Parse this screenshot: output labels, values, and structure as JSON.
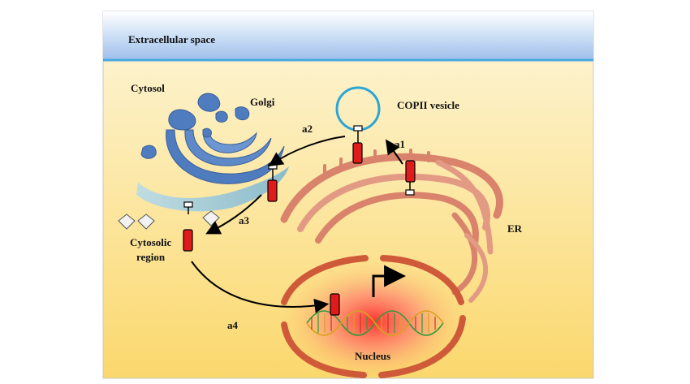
{
  "regions": {
    "extracellular": "Extracellular space",
    "cytosol": "Cytosol",
    "cytosolic_region_line1": "Cytosolic",
    "cytosolic_region_line2": "region"
  },
  "organelles": {
    "golgi": "Golgi",
    "copii_vesicle": "COPII vesicle",
    "er": "ER",
    "nucleus": "Nucleus"
  },
  "steps": {
    "a1": "a1",
    "a2": "a2",
    "a3": "a3",
    "a4": "a4"
  },
  "colors": {
    "extracellular_band": "#a9c6ee",
    "membrane_line": "#4aa9e0",
    "cytosol_top": "#fdf6d9",
    "cytosol_bottom": "#fad66a",
    "golgi": "#4e7cbf",
    "er": "#d9826c",
    "nucleus_envelope": "#cf5a3a",
    "protein": "#e01b1b",
    "vesicle": "#2aa7d6"
  }
}
